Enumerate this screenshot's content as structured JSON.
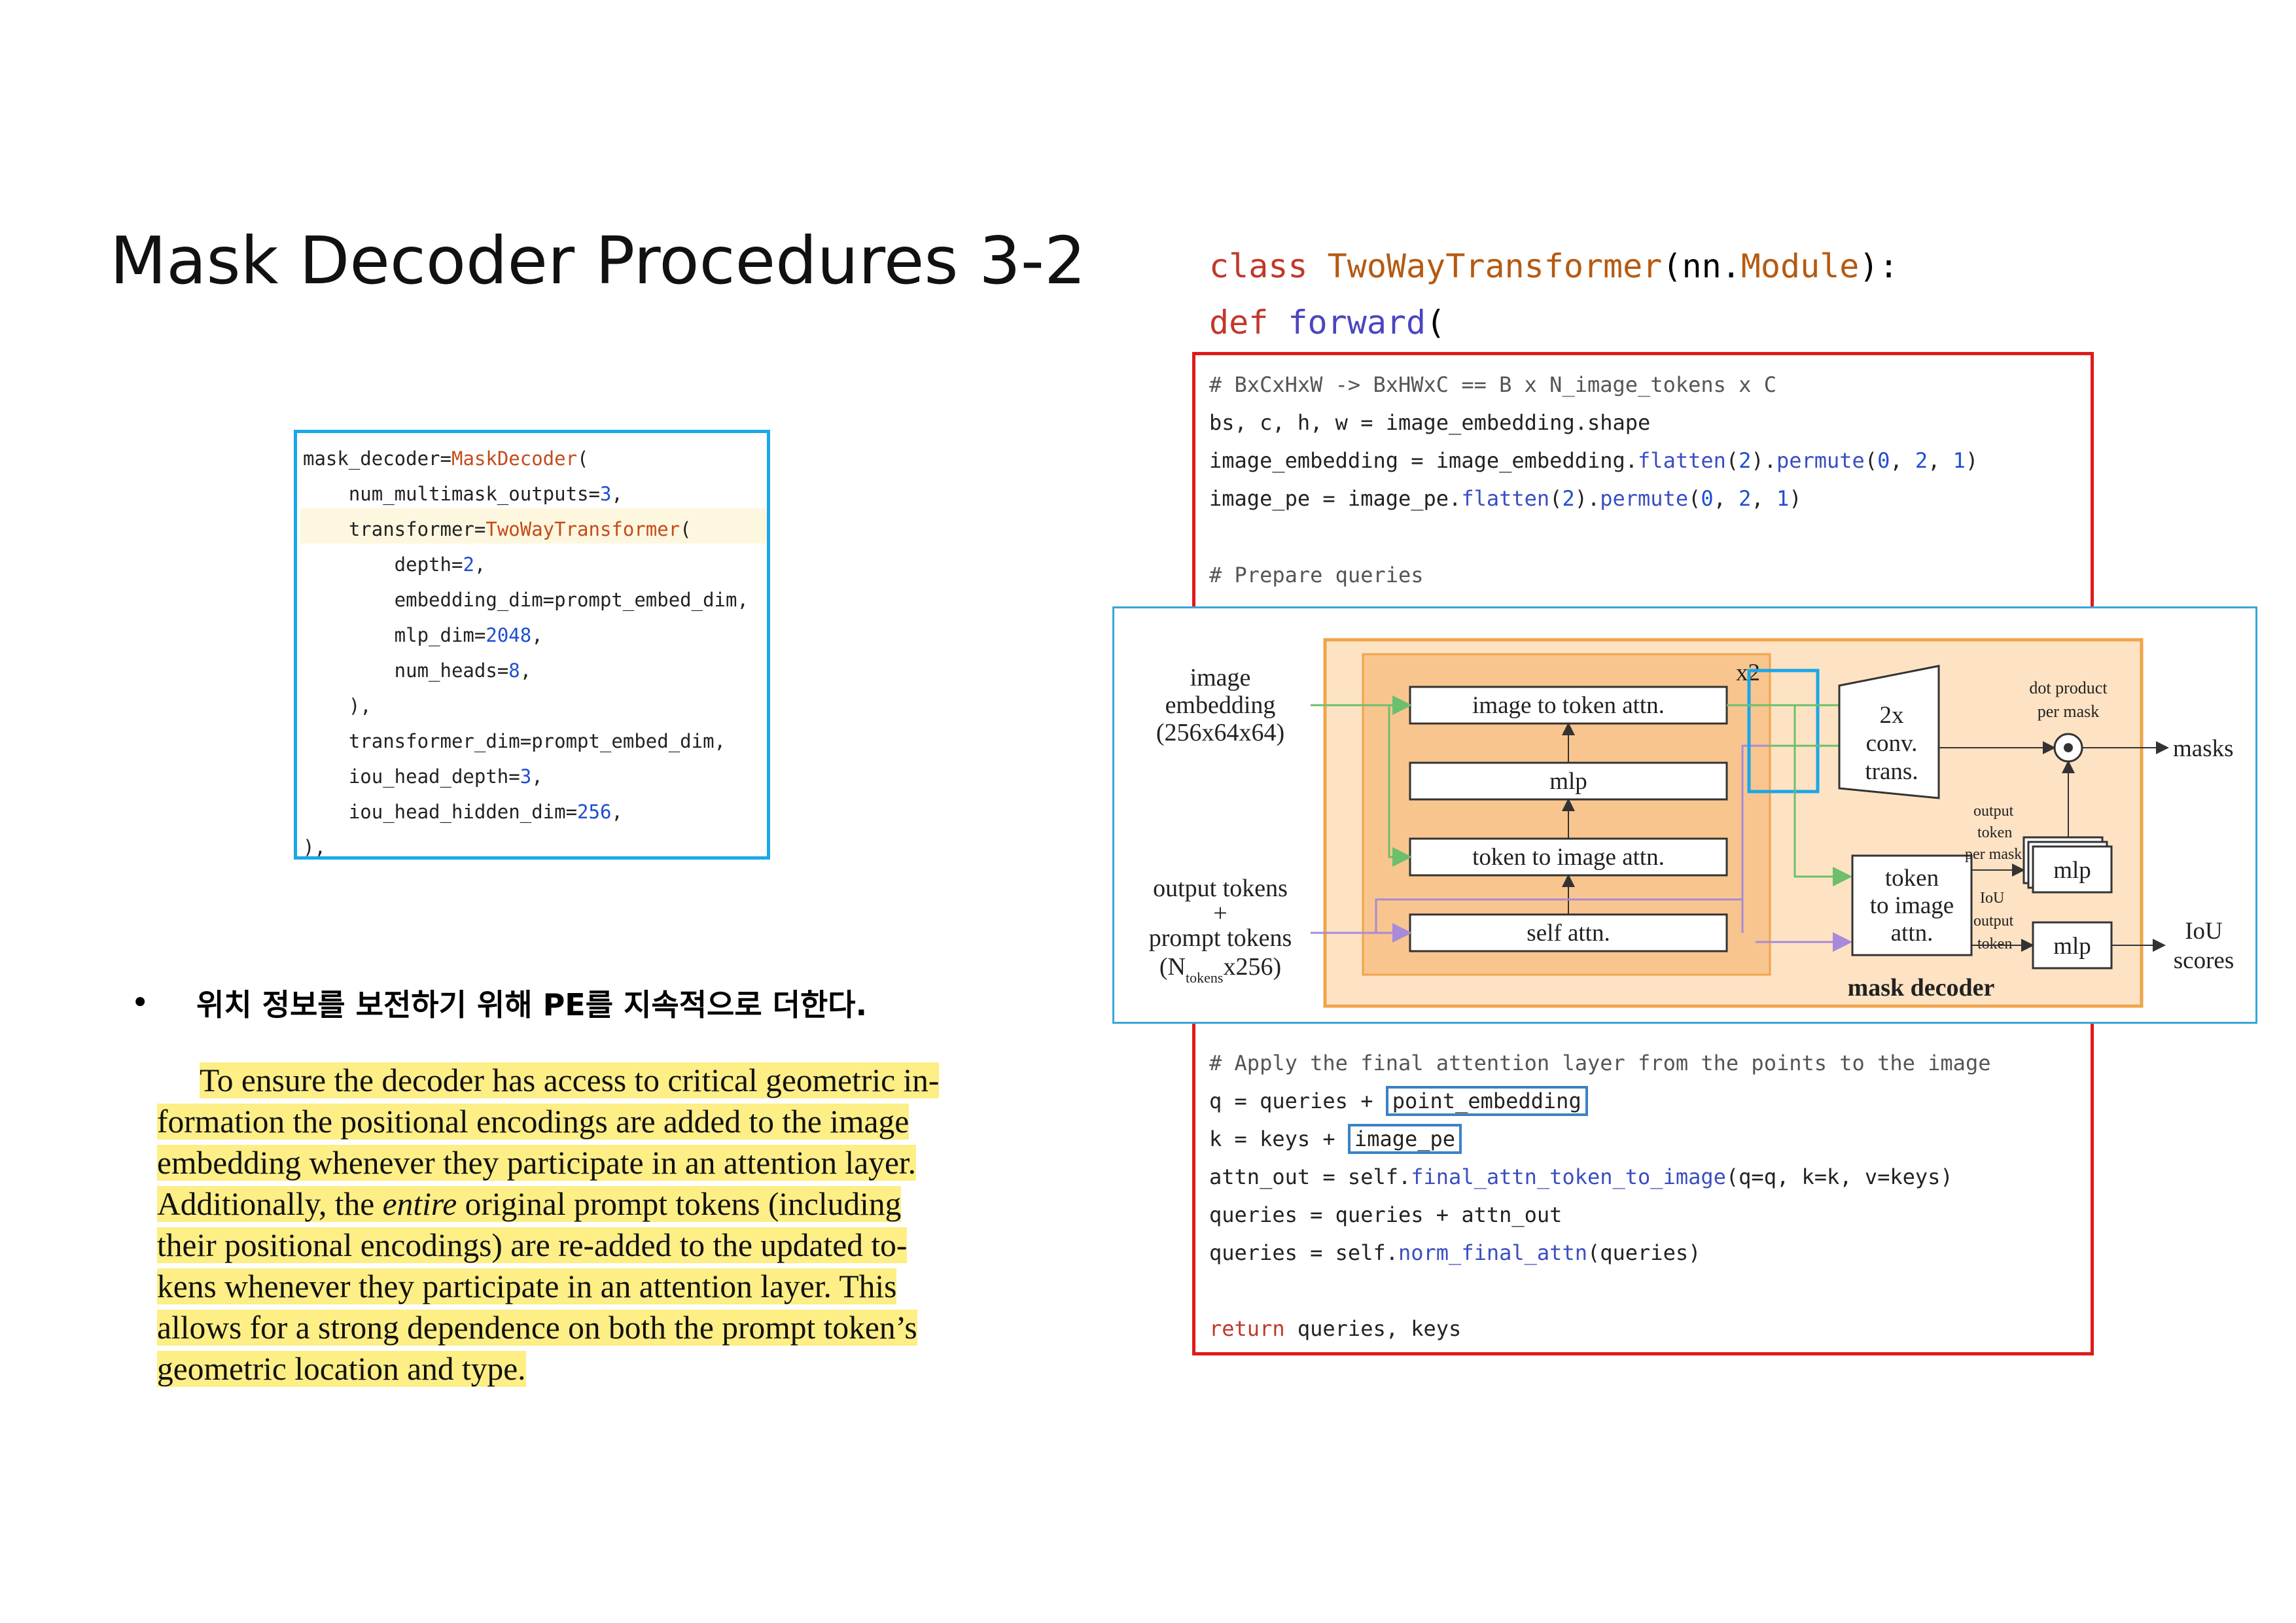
{
  "slide": {
    "title": "Mask Decoder Procedures 3-2",
    "bullet_symbol": "•",
    "bullet_text": "위치 정보를 보전하기 위해 PE를 지속적으로 더한다."
  },
  "left_code": {
    "lines": [
      [
        "mask_decoder=",
        "MaskDecoder",
        "("
      ],
      [
        "    num_multimask_outputs=",
        "3",
        ","
      ],
      [
        "    transformer=",
        "TwoWayTransformer",
        "("
      ],
      [
        "        depth=",
        "2",
        ","
      ],
      [
        "        embedding_dim=prompt_embed_dim,",
        "",
        ""
      ],
      [
        "        mlp_dim=",
        "2048",
        ","
      ],
      [
        "        num_heads=",
        "8",
        ","
      ],
      [
        "    ),",
        "",
        ""
      ],
      [
        "    transformer_dim=prompt_embed_dim,",
        "",
        ""
      ],
      [
        "    iou_head_depth=",
        "3",
        ","
      ],
      [
        "    iou_head_hidden_dim=",
        "256",
        ","
      ],
      [
        "),",
        "",
        ""
      ]
    ]
  },
  "paragraph": {
    "lines": [
      "To ensure the decoder has access to critical geometric in-",
      "formation the positional encodings are added to the image",
      "embedding whenever they participate in an attention layer.",
      "Additionally, the entire original prompt tokens (including",
      "their positional encodings) are re-added to the updated to-",
      "kens whenever they participate in an attention layer.  This",
      "allows for a strong dependence on both the prompt token’s",
      "geometric location and type."
    ]
  },
  "right_code": {
    "class_kw": "class",
    "class_name": "TwoWayTransformer",
    "class_args_pre": "(nn.",
    "class_base": "Module",
    "class_args_post": "):",
    "def_kw": "def",
    "def_name": "forward",
    "def_paren": "(",
    "top_lines": {
      "l1": "# BxCxHxW -> BxHWxC == B x N_image_tokens x C",
      "l2": "bs, c, h, w = image_embedding.shape",
      "l3_a": "image_embedding = image_embedding.",
      "l3_f1": "flatten",
      "l3_b": "(",
      "l3_n1": "2",
      "l3_c": ").",
      "l3_f2": "permute",
      "l3_d": "(",
      "l3_n2": "0",
      "l3_e": ", ",
      "l3_n3": "2",
      "l3_g": ", ",
      "l3_n4": "1",
      "l3_h": ")",
      "l4_a": "image_pe = image_pe.",
      "l4_f1": "flatten",
      "l4_b": "(",
      "l4_n1": "2",
      "l4_c": ").",
      "l4_f2": "permute",
      "l4_d": "(",
      "l4_n2": "0",
      "l4_e": ", ",
      "l4_n3": "2",
      "l4_g": ", ",
      "l4_n4": "1",
      "l4_h": ")",
      "l5": "# Prepare queries"
    },
    "bottom_lines": {
      "b1": "# Apply the final attention layer from the points to the image",
      "b2_a": "q = queries + ",
      "b2_box": "point_embedding",
      "b3_a": "k = keys + ",
      "b3_box": "image_pe",
      "b4_a": "attn_out = self.",
      "b4_f": "final_attn_token_to_image",
      "b4_b": "(q=q, k=k, v=keys)",
      "b5": "queries = queries + attn_out",
      "b6_a": "queries = self.",
      "b6_f": "norm_final_attn",
      "b6_b": "(queries)",
      "b7_kw": "return",
      "b7_rest": " queries, keys"
    }
  },
  "diagram": {
    "image_embedding": [
      "image",
      "embedding",
      "(256x64x64)"
    ],
    "output_tokens": [
      "output tokens",
      "+",
      "prompt tokens"
    ],
    "ntokens_pre": "(N",
    "ntokens_sub": "tokens",
    "ntokens_post": "x256)",
    "blocks": {
      "img2tok": "image to token attn.",
      "mlp": "mlp",
      "tok2img": "token to image attn.",
      "self": "self attn."
    },
    "x2": "x2",
    "conv": [
      "2x",
      "conv.",
      "trans."
    ],
    "final_attn": [
      "token",
      "to image",
      "attn."
    ],
    "dot_product": [
      "dot product",
      "per mask"
    ],
    "masks": "masks",
    "output_token_per_mask": [
      "output",
      "token",
      "per mask"
    ],
    "iou_output_token": [
      "IoU",
      "output",
      "token"
    ],
    "mlp1": "mlp",
    "mlp2": "mlp",
    "iou_scores": [
      "IoU",
      "scores"
    ],
    "mask_decoder": "mask decoder"
  }
}
